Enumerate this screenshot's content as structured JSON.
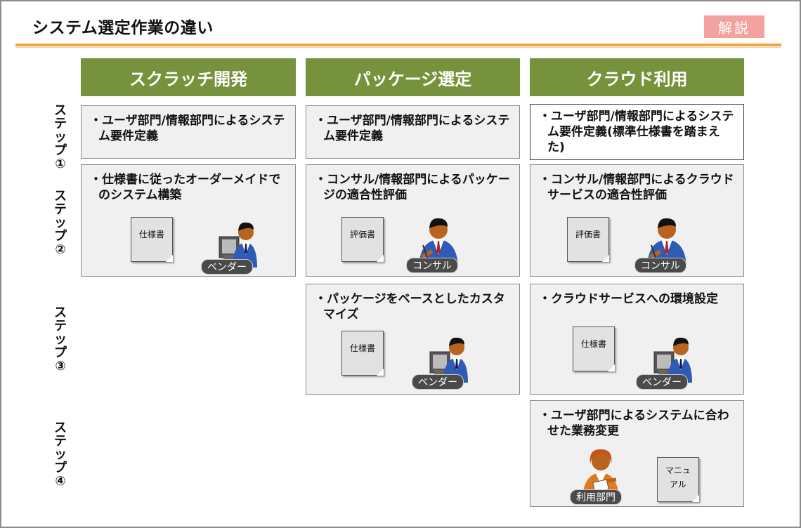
{
  "title": "システム選定作業の違い",
  "badge": "解説",
  "columns": [
    "スクラッチ開発",
    "パッケージ選定",
    "クラウド利用"
  ],
  "steps": [
    [
      "ス",
      "テ",
      "ッ",
      "プ",
      "①"
    ],
    [
      "ス",
      "テ",
      "ッ",
      "プ",
      "②"
    ],
    [
      "ス",
      "テ",
      "ッ",
      "プ",
      "③"
    ],
    [
      "ス",
      "テ",
      "ッ",
      "プ",
      "④"
    ]
  ],
  "cells": {
    "scratch_1": "・ユーザ部門/情報部門によるシステム要件定義",
    "package_1": "・ユーザ部門/情報部門によるシステム要件定義",
    "cloud_1": "・ユーザ部門/情報部門によるシステム要件定義(標準仕様書を踏まえた)",
    "scratch_2": "・仕様書に従ったオーダーメイドでのシステム構築",
    "package_2": "・コンサル/情報部門によるパッケージの適合性評価",
    "cloud_2": "・コンサル/情報部門によるクラウドサービスの適合性評価",
    "package_3": "・パッケージをベースとしたカスタマイズ",
    "cloud_3": "・クラウドサービスへの環境設定",
    "cloud_4": "・ユーザ部門によるシステムに合わせた業務変更"
  },
  "docs": {
    "spec": "仕様書",
    "eval": "評価書",
    "manual": "マニュ\nアル"
  },
  "people": {
    "vendor": "ベンダー",
    "consultant": "コンサル",
    "user_dept": "利用部門"
  },
  "colors": {
    "header_green": "#76923c",
    "accent_orange": "#f1a241",
    "badge_pink": "#f4a2a0",
    "cell_gray": "#f0f0f0"
  }
}
